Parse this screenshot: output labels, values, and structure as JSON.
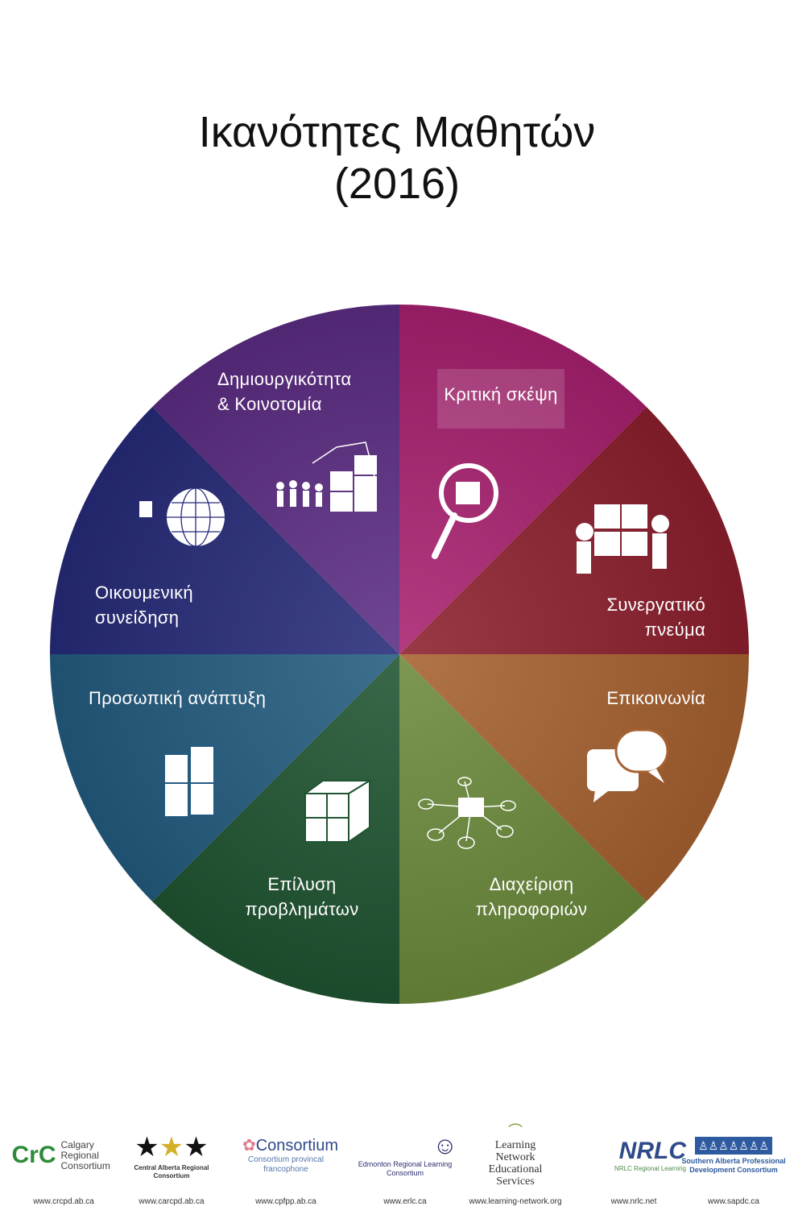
{
  "title": {
    "line1": "Ικανότητες Μαθητών",
    "line2": "(2016)"
  },
  "segments": [
    {
      "label": [
        "Κριτική σκέψη"
      ],
      "color": "#a8206f",
      "icon": "magnifier-puzzle-icon"
    },
    {
      "label": [
        "Συνεργατικό",
        "πνεύμα"
      ],
      "color": "#8c1f2d",
      "icon": "people-puzzle-icon"
    },
    {
      "label": [
        "Επικοινωνία"
      ],
      "color": "#a6612f",
      "icon": "speech-bubbles-puzzle-icon"
    },
    {
      "label": [
        "Διαχείριση",
        "πληροφοριών"
      ],
      "color": "#6a8a3b",
      "icon": "network-puzzle-icon"
    },
    {
      "label": [
        "Επίλυση",
        "προβλημάτων"
      ],
      "color": "#1f5431",
      "icon": "puzzle-cube-icon"
    },
    {
      "label": [
        "Προσωπική ανάπτυξη"
      ],
      "color": "#235b7f",
      "icon": "ladder-puzzle-icon"
    },
    {
      "label": [
        "Οικουμενική",
        "συνείδηση"
      ],
      "color": "#262a78",
      "icon": "globe-puzzle-icon"
    },
    {
      "label": [
        "Δημιουργικότητα",
        "& Κοινοτομία"
      ],
      "color": "#5b2c82",
      "icon": "team-pulling-puzzle-icon"
    }
  ],
  "logos": [
    {
      "name": "Calgary Regional Consortium",
      "url": "www.crcpd.ab.ca"
    },
    {
      "name": "Central Alberta Regional Consortium",
      "url": "www.carcpd.ab.ca"
    },
    {
      "name": "Consortium provincal francophone",
      "url": "www.cpfpp.ab.ca"
    },
    {
      "name": "Edmonton Regional Learning Consortium",
      "url": "www.erlc.ca"
    },
    {
      "name": "Learning Network Educational Services",
      "url": "www.learning-network.org"
    },
    {
      "name": "NRLC Regional Learning",
      "url": "www.nrlc.net"
    },
    {
      "name": "Southern Alberta Professional Development Consortium",
      "url": "www.sapdc.ca"
    }
  ]
}
